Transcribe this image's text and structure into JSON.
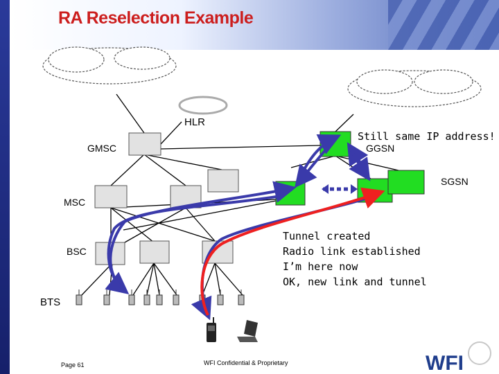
{
  "slide": {
    "title": "RA Reselection Example",
    "footer_page": "Page 61",
    "footer_confidential": "WFI Confidential & Proprietary",
    "logo_text": "WFI"
  },
  "nodes": {
    "hlr": "HLR",
    "gmsc": "GMSC",
    "ggsn": "GGSN",
    "sgsn": "SGSN",
    "msc": "MSC",
    "bsc": "BSC",
    "bts": "BTS"
  },
  "annotations": {
    "ip_note": "Still same IP address!",
    "steps": [
      "Tunnel created",
      "Radio link established",
      "I’m here now",
      "OK, new link and tunnel"
    ]
  },
  "colors": {
    "title": "#cc1e1e",
    "green_node": "#22dd22",
    "gray_node": "#e2e2e2",
    "blue_path": "#3a3aaa",
    "red_path": "#ee2020",
    "side_bar": "#1c2a80"
  },
  "icons": [
    "cloud-icon",
    "bts-antenna-icon",
    "mobile-phone-icon",
    "laptop-icon",
    "wfi-logo"
  ]
}
